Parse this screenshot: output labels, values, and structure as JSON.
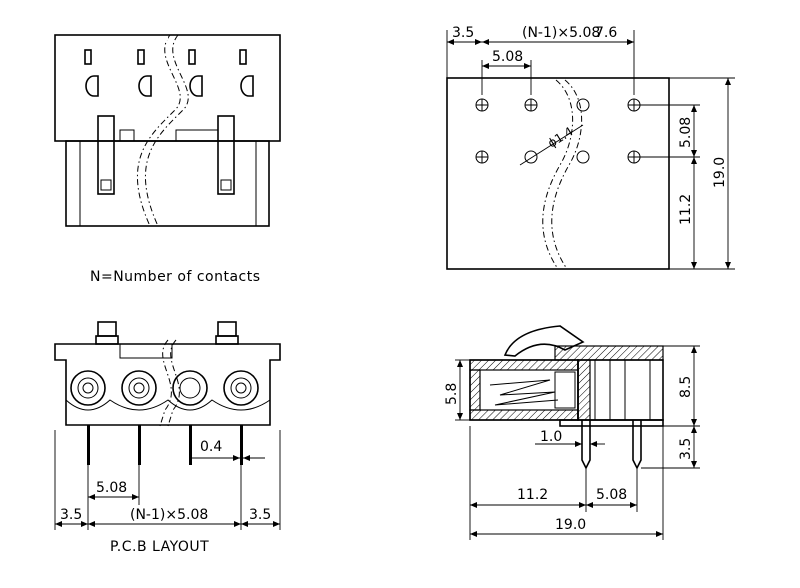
{
  "notes": {
    "n_definition": "N=Number of contacts",
    "pcb_layout": "P.C.B LAYOUT"
  },
  "top_view": {
    "dim_left_margin": "3.5",
    "dim_total_pitch": "(N-1)×5.08",
    "dim_right_offset": "7.6",
    "dim_pitch": "5.08",
    "dim_row_spacing": "5.08",
    "dim_total_height": "19.0",
    "dim_lower_height": "11.2",
    "dim_hole": "ϕ1.4"
  },
  "front_view": {
    "dim_pin_width": "0.4",
    "dim_pitch": "5.08",
    "dim_left_margin": "3.5",
    "dim_total_pitch": "(N-1)×5.08",
    "dim_right_margin": "3.5"
  },
  "side_view": {
    "dim_height_left": "5.8",
    "dim_height_right": "8.5",
    "dim_pin_length": "3.5",
    "dim_pin_diameter": "1.0",
    "dim_offset": "11.2",
    "dim_pitch": "5.08",
    "dim_total_length": "19.0"
  }
}
